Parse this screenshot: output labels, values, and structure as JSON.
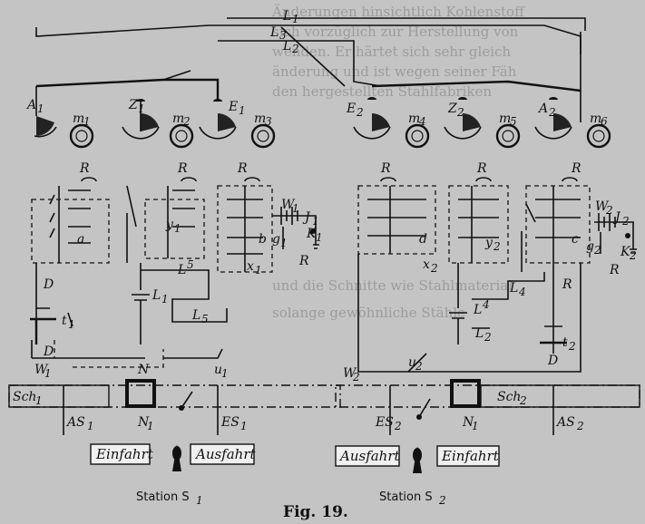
{
  "figure": {
    "caption": "Fig. 19.",
    "station_left": "Station S",
    "station_left_sub": "1",
    "station_right": "Station S",
    "station_right_sub": "2"
  },
  "lines": {
    "l1": "L",
    "l1_sub": "1",
    "l2": "L",
    "l2_sub": "2",
    "l3": "L",
    "l3_sub": "3"
  },
  "left_station": {
    "signals": [
      {
        "name": "A",
        "sub": "1"
      },
      {
        "name": "Z",
        "sub": "1"
      },
      {
        "name": "E",
        "sub": "1"
      }
    ],
    "bells": [
      {
        "name": "m",
        "sub": "1"
      },
      {
        "name": "m",
        "sub": "2"
      },
      {
        "name": "m",
        "sub": "3"
      }
    ],
    "labels": {
      "r1": "R",
      "r2": "R",
      "r3": "R",
      "a": "a",
      "b": "b",
      "y1": "y",
      "y1_sub": "1",
      "x1": "x",
      "x1_sub": "1",
      "d": "D",
      "t1": "t",
      "t1_sub": "1",
      "l1": "L",
      "l1_sub": "1",
      "l5a": "L",
      "l5a_sup": "5",
      "l5b": "L",
      "l5b_sub": "5",
      "w1": "W",
      "w1_sub": "1",
      "j1": "J",
      "j1_sub": "1",
      "k1": "K",
      "k1_sub": "1",
      "g1": "g",
      "g1_sub": "1",
      "rk": "R",
      "wl": "W",
      "wl_sub": "1",
      "n": "N",
      "n1": "N",
      "n1_sub": "1",
      "u1": "u",
      "u1_sub": "1",
      "d2": "D"
    },
    "sch": "Sch",
    "sch_sub": "1",
    "as": "AS",
    "as_sub": "1",
    "es": "ES",
    "es_sub": "1",
    "box_left": "Einfahrt",
    "box_right": "Ausfahrt"
  },
  "right_station": {
    "signals": [
      {
        "name": "E",
        "sub": "2"
      },
      {
        "name": "Z",
        "sub": "2"
      },
      {
        "name": "A",
        "sub": "2"
      }
    ],
    "bells": [
      {
        "name": "m",
        "sub": "4"
      },
      {
        "name": "m",
        "sub": "5"
      },
      {
        "name": "m",
        "sub": "6"
      }
    ],
    "labels": {
      "r1": "R",
      "r2": "R",
      "r3": "R",
      "d": "d",
      "c": "c",
      "y2": "y",
      "y2_sub": "2",
      "x2": "x",
      "x2_sub": "2",
      "dd": "D",
      "t2": "t",
      "t2_sub": "2",
      "l4": "L",
      "l4_sub": "4",
      "l4b": "L",
      "l4b_sup": "4",
      "l2": "L",
      "l2_sub": "2",
      "w2": "W",
      "w2_sub": "2",
      "j2": "J",
      "j2_sub": "2",
      "k2": "K",
      "k2_sub": "2",
      "g2": "g",
      "g2_sub": "2",
      "rk": "R",
      "wr": "W",
      "wr_sub": "2",
      "n1": "N",
      "n1_sub": "1",
      "u2": "u",
      "u2_sub": "2"
    },
    "sch": "Sch",
    "sch_sub": "2",
    "as": "AS",
    "as_sub": "2",
    "es": "ES",
    "es_sub": "2",
    "box_left": "Ausfahrt",
    "box_right": "Einfahrt"
  },
  "background_text": [
    "Änderungen hinsichtlich Kohlenstoff",
    "sich vorzüglich zur Herstellung von",
    "wenden. Er härtet sich sehr gleich",
    "änderung und ist wegen seiner Fäh",
    "den hergestellten Stahlfabriken",
    "und die Schnitte wie Stahlmaterial",
    "solange gewöhnliche Stähle"
  ]
}
